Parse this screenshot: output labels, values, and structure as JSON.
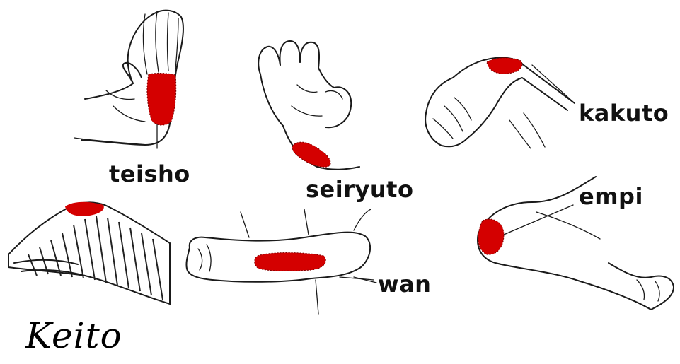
{
  "labels": {
    "teisho": "teisho",
    "seiryuto": "seiryuto",
    "kakuto": "kakuto",
    "empi": "empi",
    "wan": "wan",
    "keito": "Keito"
  },
  "colors": {
    "highlight": "#d40000",
    "ink": "#1a1a1a",
    "background": "#ffffff"
  }
}
